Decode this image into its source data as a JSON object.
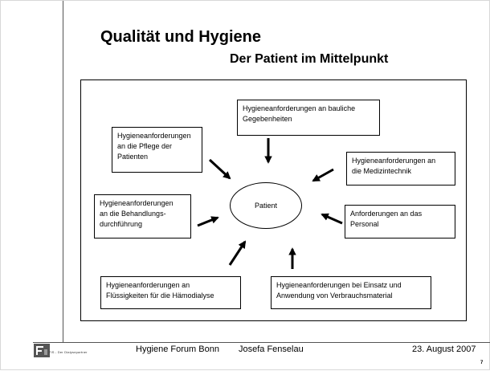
{
  "slide": {
    "title": "Qualität und Hygiene",
    "subtitle": "Der Patient im Mittelpunkt"
  },
  "diagram": {
    "center": "Patient",
    "boxes": [
      "Hygieneanforderungen an bauliche\nGegebenheiten",
      "Hygieneanforderungen\nan die Pflege der\nPatienten",
      "Hygieneanforderungen an\ndie Medizintechnik",
      "Hygieneanforderungen\nan die Behandlungs-\ndurchführung",
      "Anforderungen an das\nPersonal",
      "Hygieneanforderungen an\nFlüssigkeiten für die Hämodialyse",
      "Hygieneanforderungen bei Einsatz und\nAnwendung von Verbrauchsmaterial"
    ]
  },
  "footer": {
    "logo_text": "FiS - Der Dialysepartner",
    "event": "Hygiene Forum Bonn",
    "author": "Josefa Fenselau",
    "date": "23. August 2007",
    "page": "7"
  }
}
